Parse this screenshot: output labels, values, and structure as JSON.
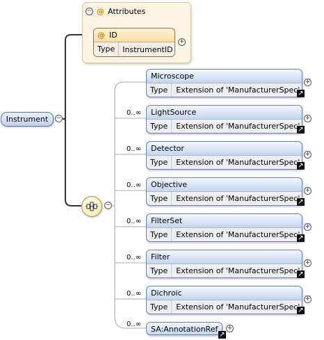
{
  "attributes": {
    "group_label": "Attributes",
    "at_symbol": "@",
    "attribute": {
      "name": "ID",
      "type_key": "Type",
      "type_value": "InstrumentID"
    }
  },
  "root": {
    "label": "Instrument"
  },
  "type_key": "Type",
  "elements": [
    {
      "name": "Microscope",
      "cardinality": "",
      "type_value": "Extension of 'ManufacturerSpec'"
    },
    {
      "name": "LightSource",
      "cardinality": "0..∞",
      "type_value": "Extension of 'ManufacturerSpec'"
    },
    {
      "name": "Detector",
      "cardinality": "0..∞",
      "type_value": "Extension of 'ManufacturerSpec'"
    },
    {
      "name": "Objective",
      "cardinality": "0..∞",
      "type_value": "Extension of 'ManufacturerSpec'"
    },
    {
      "name": "FilterSet",
      "cardinality": "0..∞",
      "type_value": "Extension of 'ManufacturerSpec'"
    },
    {
      "name": "Filter",
      "cardinality": "0..∞",
      "type_value": "Extension of 'ManufacturerSpec'"
    },
    {
      "name": "Dichroic",
      "cardinality": "0..∞",
      "type_value": "Extension of 'ManufacturerSpec'"
    }
  ],
  "annotation_ref": {
    "name": "SA:AnnotationRef",
    "cardinality": "0..∞"
  },
  "icons": {
    "collapse": "minus-circle-icon",
    "expand": "plus-circle-icon",
    "reference": "reference-arrow-icon",
    "sequence": "sequence-icon"
  }
}
